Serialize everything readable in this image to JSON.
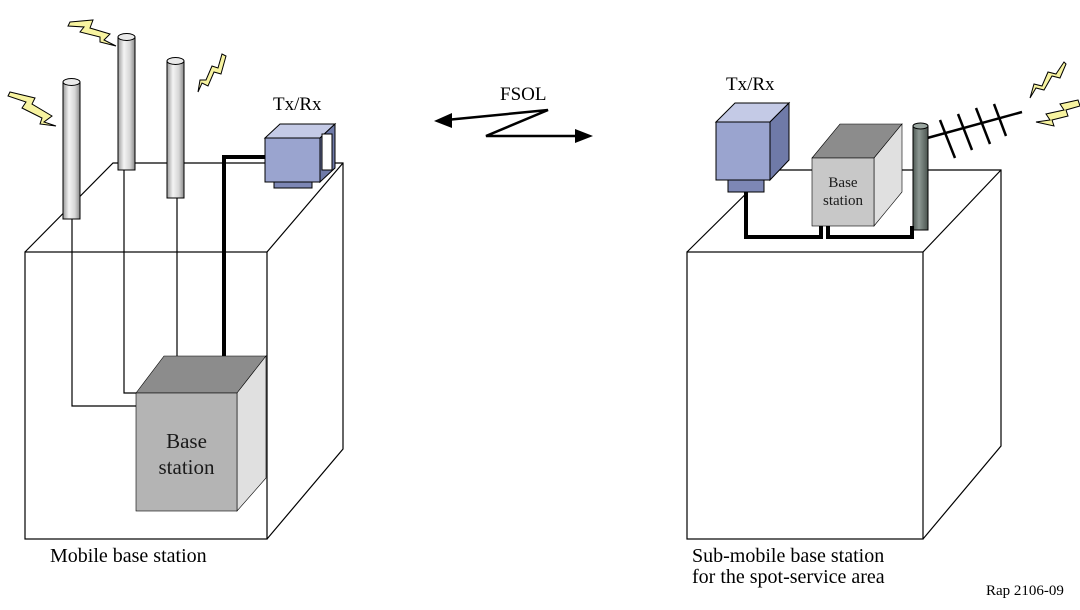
{
  "figure": {
    "link_label": "FSOL",
    "reference": "Rap 2106-09"
  },
  "left_site": {
    "caption": "Mobile base station",
    "transceiver_label": "Tx/Rx",
    "base_station_label_line1": "Base",
    "base_station_label_line2": "station"
  },
  "right_site": {
    "caption_line1": "Sub-mobile base station",
    "caption_line2": "for the spot-service area",
    "transceiver_label": "Tx/Rx",
    "base_station_label_line1": "Base",
    "base_station_label_line2": "station"
  },
  "colors": {
    "outline": "#000000",
    "transceiver_fill": "#9aa4cf",
    "base_station_front": "#b4b4b4",
    "base_station_top": "#8c8c8c",
    "base_station_side": "#e0e0e0",
    "antenna_metal": "#d0d0d0",
    "lightning": "#f7f3a0",
    "dark_antenna": "#6b7670"
  },
  "icons": [
    "lightning-bolt-icon",
    "antenna-pole-icon",
    "yagi-antenna-icon",
    "transceiver-icon",
    "base-station-cabinet-icon",
    "bidirectional-link-arrow-icon"
  ]
}
